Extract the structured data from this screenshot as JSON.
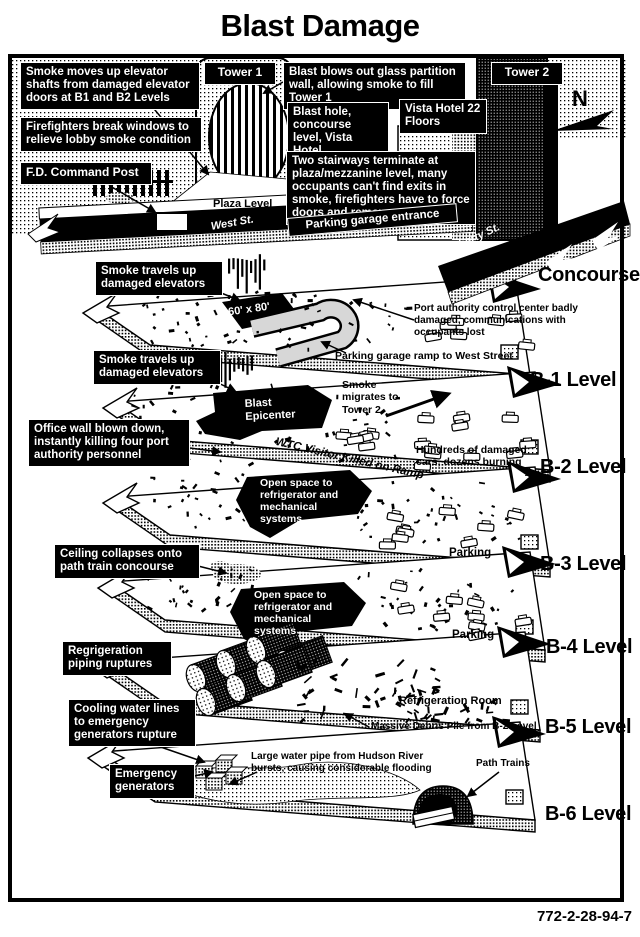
{
  "title": "Blast Damage",
  "figure_number": "772-2-28-94-7",
  "compass": {
    "north_label": "N"
  },
  "street_scene": {
    "tower1_label": "Tower 1",
    "tower2_label": "Tower 2",
    "smoke_moves_up": "Smoke moves up elevator shafts from damaged elevator doors at B1 and B2 Levels",
    "blast_blows_out": "Blast blows out glass partition wall, allowing smoke to fill Tower 1",
    "firefighters_break": "Firefighters break windows to relieve lobby smoke condition",
    "fd_command_post": "F.D. Command Post",
    "blast_hole": "Blast hole, concourse level, Vista Hotel",
    "vista_hotel": "Vista Hotel 22 Floors",
    "two_stairways": "Two stairways terminate at plaza/mezzanine level, many occupants can't find exits in smoke, firefighters have to force doors and remove occupants",
    "plaza_level": "Plaza Level",
    "west_st": "West St.",
    "parking_garage_entrance": "Parking garage entrance",
    "liberty_st": "Liberty St."
  },
  "levels": [
    {
      "label": "Concourse"
    },
    {
      "label": "B-1 Level"
    },
    {
      "label": "B-2 Level"
    },
    {
      "label": "B-3 Level"
    },
    {
      "label": "B-4 Level"
    },
    {
      "label": "B-5 Level"
    },
    {
      "label": "B-6 Level"
    }
  ],
  "annotations": {
    "smoke_travels_up_1": "Smoke travels up damaged elevators",
    "hole_size": "60' x 80'",
    "port_authority": "Port authority control center badly damaged, communications with occupants lost",
    "parking_ramp": "Parking garage ramp to West Street",
    "smoke_travels_up_2": "Smoke travels up damaged elevators",
    "blast_epicenter": "Blast Epicenter",
    "smoke_migrates": "Smoke migrates to Tower 2",
    "office_wall": "Office wall blown down, instantly killing four port authority personnel",
    "wtc_visitor": "WTC Visitor Killed on Ramp",
    "hundreds_cars": "Hundreds of damaged cars, dozens burning",
    "open_space_b3": "Open space to refrigerator and mechanical systems",
    "parking_b3": "Parking",
    "ceiling_collapses": "Ceiling collapses onto path train concourse",
    "open_space_b4": "Open space to refrigerator and mechanical systems",
    "parking_b4": "Parking",
    "refrigeration_piping": "Regrigeration piping ruptures",
    "refrigeration_room": "Refrigeration Room",
    "massive_debris": "Massive Debris Pile from B-2 Level",
    "cooling_water": "Cooling water lines to emergency generators rupture",
    "emergency_generators": "Emergency generators",
    "water_pipe": "Large water pipe from Hudson River bursts, causing considerable flooding",
    "path_trains": "Path Trains"
  },
  "colors": {
    "ink": "#000000",
    "paper": "#ffffff"
  }
}
